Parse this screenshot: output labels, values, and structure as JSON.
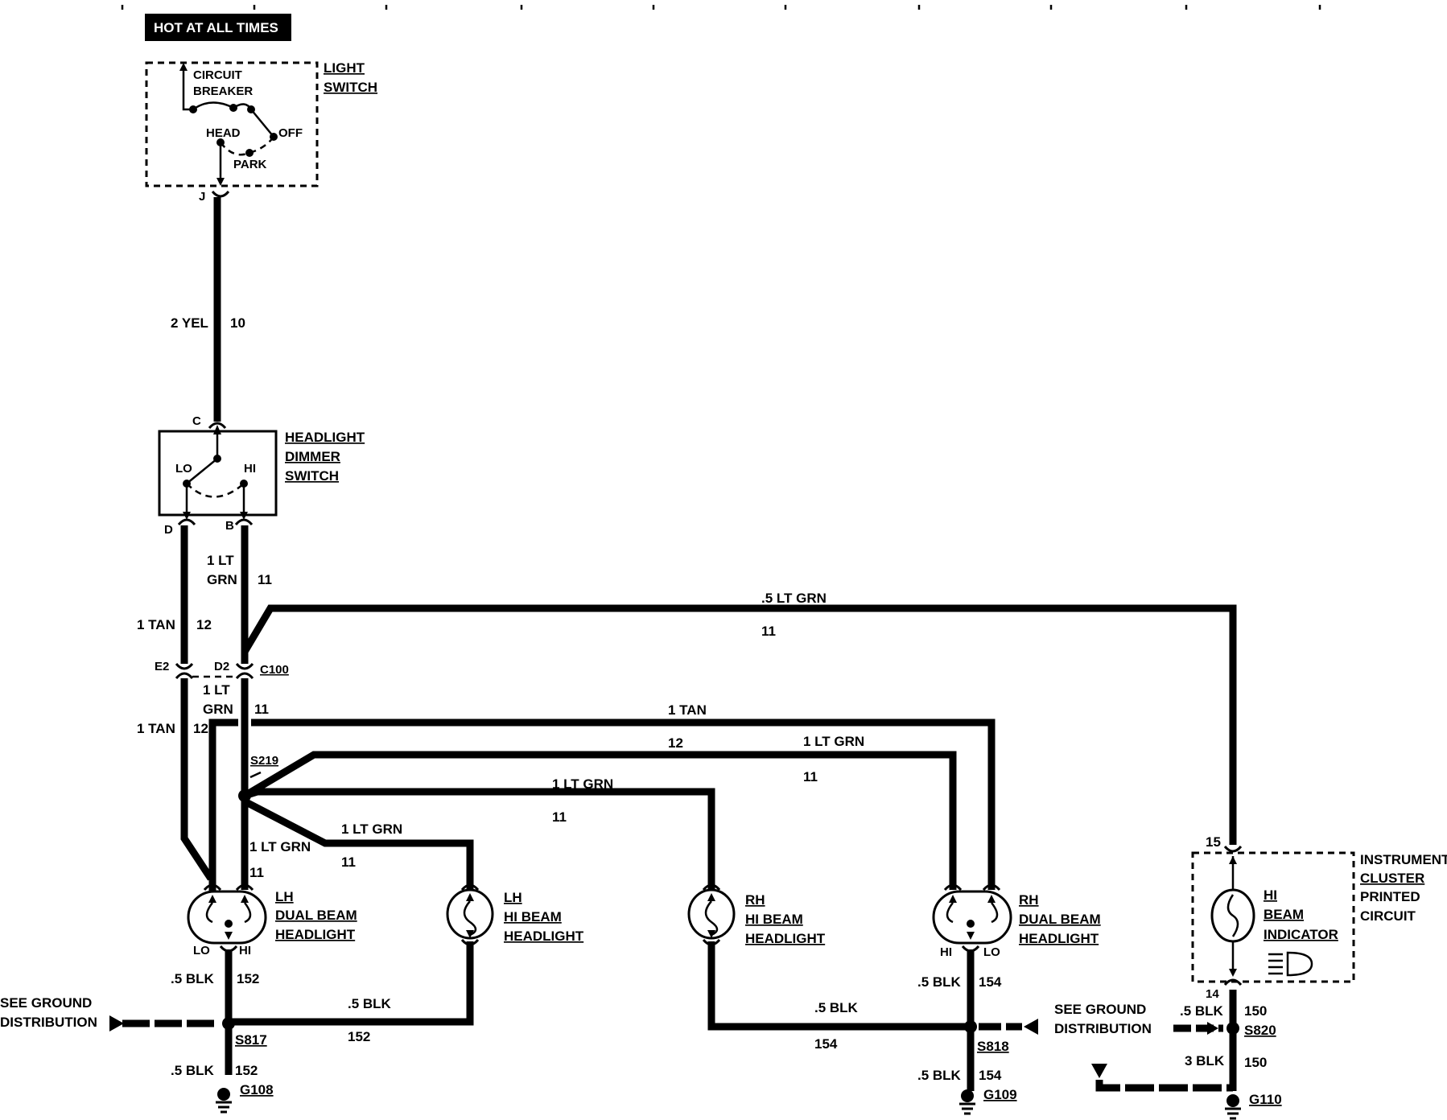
{
  "banner": "HOT AT ALL TIMES",
  "light_switch": {
    "title_1": "LIGHT",
    "title_2": "SWITCH",
    "breaker_1": "CIRCUIT",
    "breaker_2": "BREAKER",
    "head": "HEAD",
    "off": "OFF",
    "park": "PARK",
    "pin": "J"
  },
  "wire_yel": {
    "gauge": "2 YEL",
    "circuit": "10"
  },
  "dimmer_switch": {
    "title_1": "HEADLIGHT",
    "title_2": "DIMMER",
    "title_3": "SWITCH",
    "lo": "LO",
    "hi": "HI",
    "pin_c": "C",
    "pin_d": "D",
    "pin_b": "B"
  },
  "wire_ltgrn_top": {
    "gauge_1": "1 LT",
    "gauge_2": "GRN",
    "circuit": "11"
  },
  "wire_tan_top": {
    "gauge": "1 TAN",
    "circuit": "12"
  },
  "wire_ltgrn_indicator": {
    "gauge": ".5 LT GRN",
    "circuit": "11"
  },
  "connector_c100": {
    "name": "C100",
    "pin_e2": "E2",
    "pin_d2": "D2"
  },
  "wire_ltgrn_mid": {
    "gauge_1": "1 LT",
    "gauge_2": "GRN",
    "circuit": "11"
  },
  "wire_tan_mid": {
    "gauge": "1 TAN",
    "circuit": "12"
  },
  "wire_tan_rh": {
    "gauge": "1 TAN",
    "circuit": "12"
  },
  "wire_ltgrn_rh_dual": {
    "gauge": "1 LT GRN",
    "circuit": "11"
  },
  "wire_ltgrn_rh_hi": {
    "gauge": "1 LT GRN",
    "circuit": "11"
  },
  "wire_ltgrn_lh_hi": {
    "gauge": "1 LT GRN",
    "circuit": "11"
  },
  "wire_ltgrn_lh_dual": {
    "gauge": "1 LT GRN",
    "circuit": "11"
  },
  "splice_s219": "S219",
  "lh_dual": {
    "title_1": "LH",
    "title_2": "DUAL BEAM",
    "title_3": "HEADLIGHT",
    "lo": "LO",
    "hi": "HI"
  },
  "lh_hi": {
    "title_1": "LH",
    "title_2": "HI BEAM",
    "title_3": "HEADLIGHT"
  },
  "rh_hi": {
    "title_1": "RH",
    "title_2": "HI BEAM",
    "title_3": "HEADLIGHT"
  },
  "rh_dual": {
    "title_1": "RH",
    "title_2": "DUAL BEAM",
    "title_3": "HEADLIGHT",
    "hi": "HI",
    "lo": "LO"
  },
  "cluster": {
    "title_1": "INSTRUMENT",
    "title_2": "CLUSTER",
    "title_3": "PRINTED",
    "title_4": "CIRCUIT",
    "ind_1": "HI",
    "ind_2": "BEAM",
    "ind_3": "INDICATOR",
    "pin_15": "15",
    "pin_14": "14"
  },
  "ground_left": {
    "see_1": "SEE GROUND",
    "see_2": "DISTRIBUTION",
    "wire_a_gauge": ".5 BLK",
    "wire_a_circuit": "152",
    "wire_b_gauge": ".5 BLK",
    "wire_b_circuit": "152",
    "wire_c_gauge": ".5 BLK",
    "wire_c_circuit": "152",
    "splice": "S817",
    "ground": "G108"
  },
  "ground_mid": {
    "see_1": "SEE GROUND",
    "see_2": "DISTRIBUTION",
    "wire_a_gauge": ".5 BLK",
    "wire_a_circuit": "154",
    "wire_b_gauge": ".5 BLK",
    "wire_b_circuit": "154",
    "wire_c_gauge": ".5 BLK",
    "wire_c_circuit": "154",
    "splice": "S818",
    "ground": "G109"
  },
  "ground_right": {
    "wire_a_gauge": ".5 BLK",
    "wire_a_circuit": "150",
    "wire_b_gauge": "3 BLK",
    "wire_b_circuit": "150",
    "splice": "S820",
    "ground": "G110"
  }
}
